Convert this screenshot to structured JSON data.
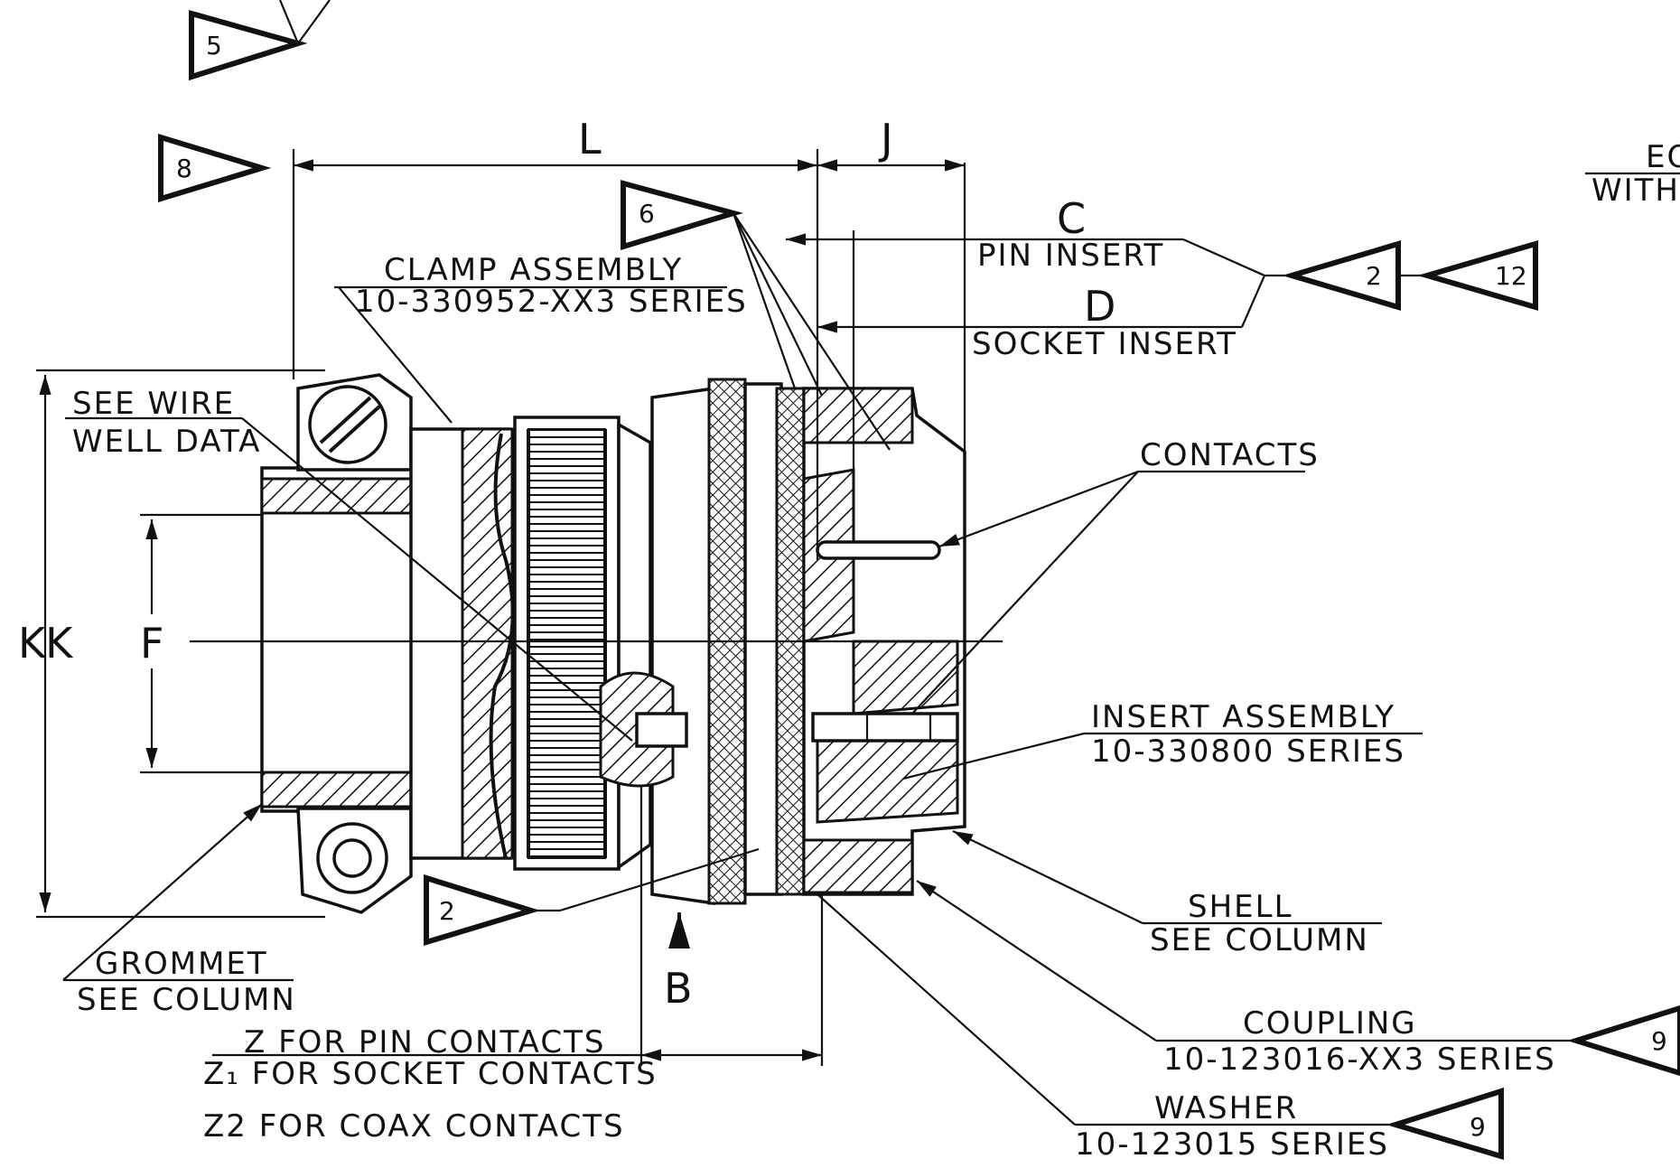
{
  "labels": {
    "L": "L",
    "J": "J",
    "C": "C",
    "D": "D",
    "KK": "KK",
    "F": "F",
    "B": "B",
    "pin_insert": "PIN INSERT",
    "socket_insert": "SOCKET INSERT",
    "clamp_assembly_title": "CLAMP ASSEMBLY",
    "clamp_assembly_series": "10-330952-XX3 SERIES",
    "see_wire": "SEE WIRE",
    "well_data": "WELL DATA",
    "contacts": "CONTACTS",
    "insert_assembly_title": "INSERT ASSEMBLY",
    "insert_assembly_series": "10-330800 SERIES",
    "shell_title": "SHELL",
    "shell_sub": "SEE COLUMN",
    "coupling_title": "COUPLING",
    "coupling_series": "10-123016-XX3 SERIES",
    "washer_title": "WASHER",
    "washer_series": "10-123015 SERIES",
    "grommet_title": "GROMMET",
    "grommet_sub": "SEE COLUMN",
    "z_pin": "Z FOR PIN CONTACTS",
    "z1_socket": "Z₁ FOR SOCKET CONTACTS",
    "z2_coax": "Z2 FOR COAX CONTACTS",
    "eq_partial": "EQ",
    "with_partial": "WITHI"
  },
  "callouts": {
    "t5": "5",
    "t8": "8",
    "t6": "6",
    "t2_right": "2",
    "t12": "12",
    "t2_bottom": "2",
    "t9_right": "9",
    "t9_bottom": "9"
  }
}
